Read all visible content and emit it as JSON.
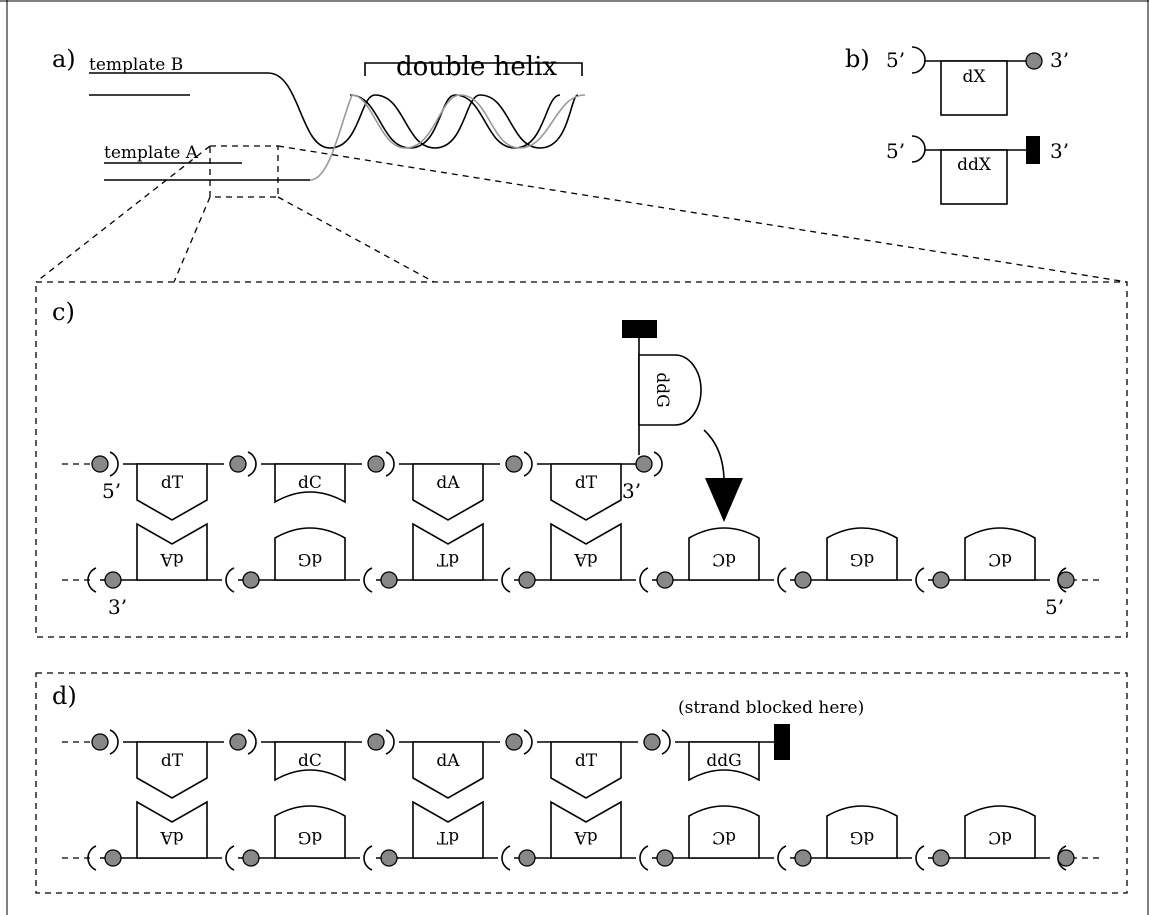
{
  "panel_a": {
    "label": "a)",
    "template_b": "template B",
    "template_a": "template A",
    "helix_label": "double helix"
  },
  "panel_b": {
    "label": "b)",
    "five_prime": "5’",
    "three_prime": "3’",
    "dx": "dX",
    "ddx": "ddX"
  },
  "panel_c": {
    "label": "c)",
    "top_bases": [
      "dT",
      "dC",
      "dA",
      "dT"
    ],
    "incoming": "ddG",
    "bottom_bases": [
      "dA",
      "dG",
      "dT",
      "dA",
      "dC",
      "dG",
      "dC"
    ],
    "top_5": "5’",
    "top_3": "3’",
    "bottom_3": "3’",
    "bottom_5": "5’"
  },
  "panel_d": {
    "label": "d)",
    "note": "(strand blocked here)",
    "top_bases": [
      "dT",
      "dC",
      "dA",
      "dT",
      "ddG"
    ],
    "bottom_bases": [
      "dA",
      "dG",
      "dT",
      "dA",
      "dC",
      "dG",
      "dC"
    ]
  },
  "colors": {
    "phosphate_dot": "#888888",
    "line": "#000000",
    "helix_shade": "#999999"
  }
}
